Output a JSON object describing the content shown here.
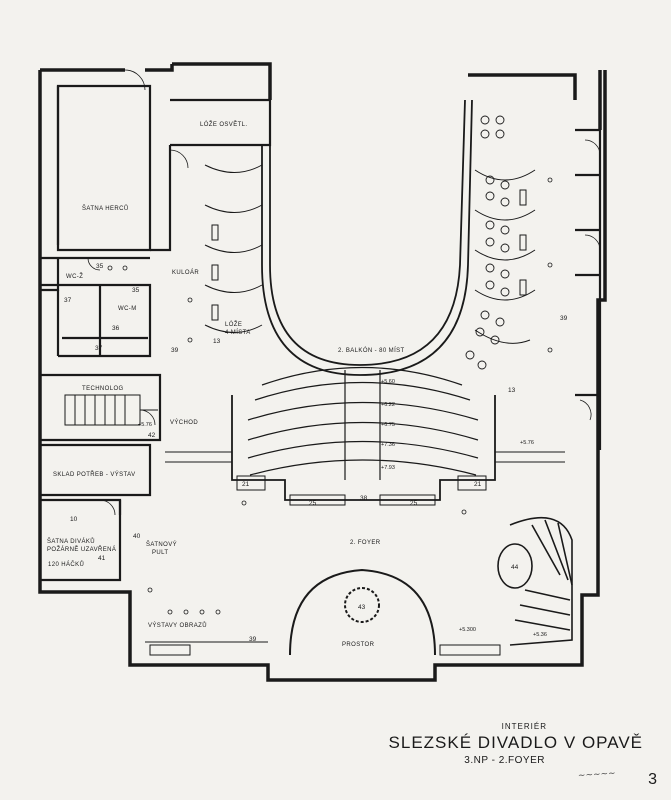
{
  "title_block": {
    "category": "INTERIÉR",
    "title": "SLEZSKÉ DIVADLO V OPAVĚ",
    "subtitle": "3.NP - 2.FOYER",
    "sheet_number": "3"
  },
  "signature": "~~~~~",
  "rooms": {
    "satna_hercu": "ŠATNA HERCŮ",
    "loze_osvetl": "LÓŽE OSVĚTL.",
    "kuloar": "KULOÁR",
    "wc_z": "WC-Ž",
    "wc_m": "WC-M",
    "loze_4_mista_1": "LÓŽE",
    "loze_4_mista_2": "4 MÍSTA",
    "balkon": "2. BALKÓN - 80 MÍST",
    "technolog": "TECHNOLOG",
    "vychod": "VÝCHOD",
    "sklad": "SKLAD POTŘEB - VÝSTAV",
    "satna_line1": "ŠATNA DIVÁKŮ",
    "satna_line2": "POŽÁRNĚ UZAVŘENÁ",
    "satna_line3": "120 HÁČKŮ",
    "satnovy_pult_1": "ŠATNOVÝ",
    "satnovy_pult_2": "PULT",
    "foyer": "2. FOYER",
    "vystavy": "VÝSTAVY OBRAZŮ",
    "prostor": "PROSTOR"
  },
  "numbers": {
    "n35a": "35",
    "n35b": "35",
    "n37a": "37",
    "n36": "36",
    "n37b": "37",
    "n39a": "39",
    "n39b": "39",
    "n39c": "39",
    "n13a": "13",
    "n13b": "13",
    "n42": "42",
    "n21a": "21",
    "n21b": "21",
    "n25a": "25",
    "n25b": "25",
    "n38": "38",
    "n10": "10",
    "n40": "40",
    "n41": "41",
    "n43": "43",
    "n44": "44"
  },
  "elevations": {
    "e1": "+5.60",
    "e2": "+6.22",
    "e3": "+6.75",
    "e4": "+7.36",
    "e5": "+7.93",
    "e6": "+5.76",
    "e7": "+5.76",
    "e8": "+5.300",
    "e9": "+5.36"
  }
}
